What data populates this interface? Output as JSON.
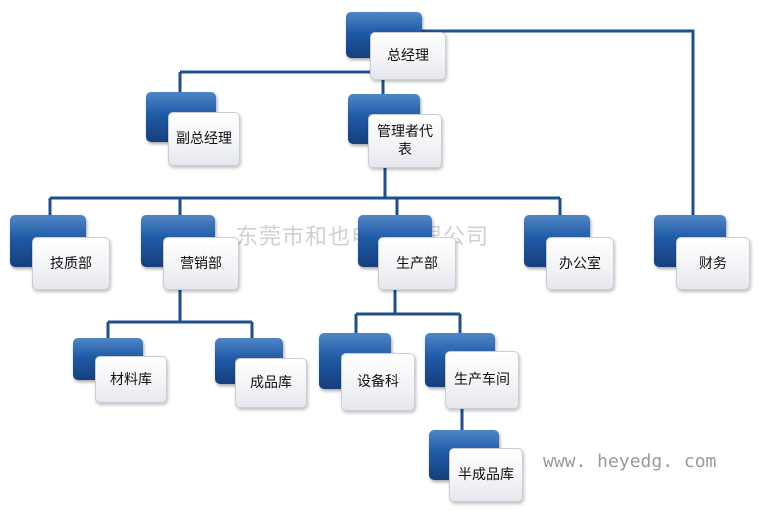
{
  "chart": {
    "connector_color": "#1f4f8f",
    "nodes": {
      "gm": "总经理",
      "deputy_gm": "副总经理",
      "mgmt_rep": "管理者代表",
      "tech_quality": "技质部",
      "sales": "营销部",
      "production": "生产部",
      "office": "办公室",
      "finance": "财务",
      "materials_store": "材料库",
      "finished_store": "成品库",
      "equipment": "设备科",
      "workshop": "生产车间",
      "semi_store": "半成品库"
    }
  },
  "watermark": {
    "company": "东莞市和也电子有限公司",
    "url": "www. heyedg. com"
  }
}
